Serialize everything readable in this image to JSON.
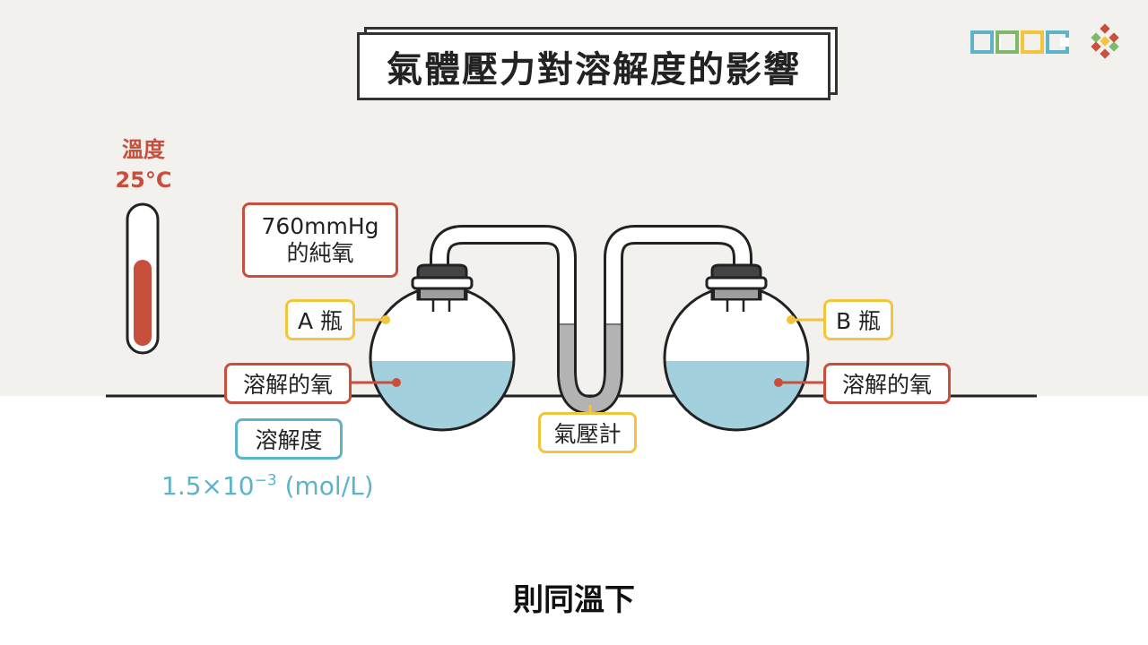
{
  "title": "氣體壓力對溶解度的影響",
  "logo": {
    "text_icon": "cooc-logo-icon",
    "mark_icon": "cross-pattern-icon",
    "colors": [
      "#5fb3c9",
      "#f2c53d",
      "#c94f3d",
      "#7db86b"
    ]
  },
  "temperature": {
    "label": "溫度",
    "value": "25°C",
    "fill_fraction": 0.45
  },
  "labels": {
    "oxygen_source": {
      "line1": "760mmHg",
      "line2": "的純氧"
    },
    "bottle_a": "A 瓶",
    "bottle_b": "B 瓶",
    "dissolved_a": "溶解的氧",
    "dissolved_b": "溶解的氧",
    "gauge": "氣壓計",
    "solubility": "溶解度"
  },
  "solubility_value": {
    "mantissa": "1.5×10",
    "exponent": "−3",
    "unit": "(mol/L)"
  },
  "subtitle": "則同溫下",
  "colors": {
    "red": "#c94f3d",
    "yellow": "#f2c53d",
    "blue": "#5fb3c9",
    "liquid": "#a3d0dd",
    "mercury": "#b3b3b3"
  }
}
